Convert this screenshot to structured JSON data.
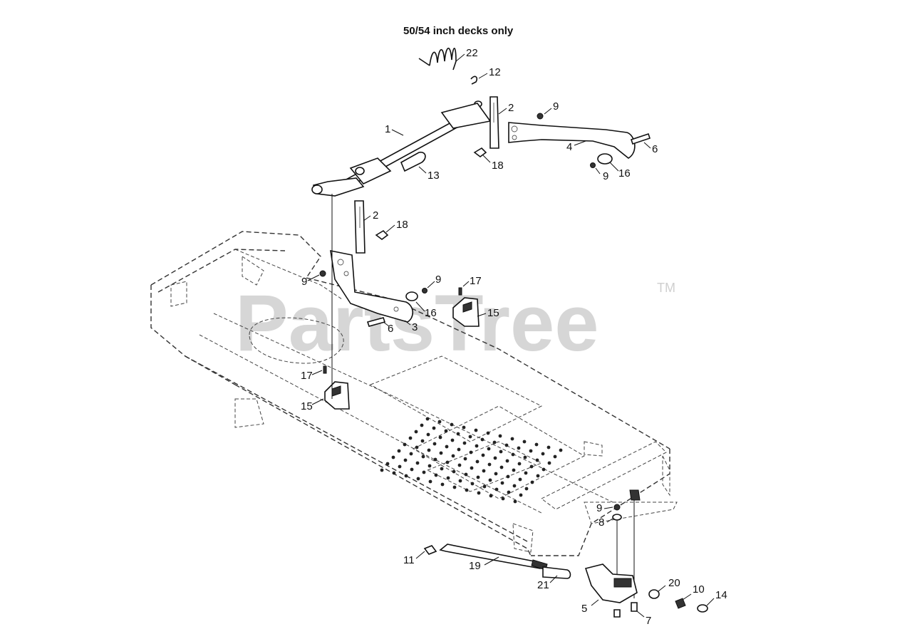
{
  "diagram": {
    "header_note": "50/54 inch decks only",
    "watermark": "PartsTree",
    "trademark": "TM",
    "callouts": [
      {
        "id": "c22",
        "label": "22"
      },
      {
        "id": "c12",
        "label": "12"
      },
      {
        "id": "c2a",
        "label": "2"
      },
      {
        "id": "c9a",
        "label": "9"
      },
      {
        "id": "c1",
        "label": "1"
      },
      {
        "id": "c6a",
        "label": "6"
      },
      {
        "id": "c4",
        "label": "4"
      },
      {
        "id": "c18a",
        "label": "18"
      },
      {
        "id": "c9b",
        "label": "9"
      },
      {
        "id": "c16a",
        "label": "16"
      },
      {
        "id": "c13",
        "label": "13"
      },
      {
        "id": "c2b",
        "label": "2"
      },
      {
        "id": "c18b",
        "label": "18"
      },
      {
        "id": "c9c",
        "label": "9"
      },
      {
        "id": "c9d",
        "label": "9"
      },
      {
        "id": "c17a",
        "label": "17"
      },
      {
        "id": "c16b",
        "label": "16"
      },
      {
        "id": "c15a",
        "label": "15"
      },
      {
        "id": "c6b",
        "label": "6"
      },
      {
        "id": "c3",
        "label": "3"
      },
      {
        "id": "c17b",
        "label": "17"
      },
      {
        "id": "c15b",
        "label": "15"
      },
      {
        "id": "c9e",
        "label": "9"
      },
      {
        "id": "c8",
        "label": "8"
      },
      {
        "id": "c11",
        "label": "11"
      },
      {
        "id": "c19",
        "label": "19"
      },
      {
        "id": "c21",
        "label": "21"
      },
      {
        "id": "c20",
        "label": "20"
      },
      {
        "id": "c10",
        "label": "10"
      },
      {
        "id": "c14",
        "label": "14"
      },
      {
        "id": "c5",
        "label": "5"
      },
      {
        "id": "c7",
        "label": "7"
      }
    ]
  }
}
